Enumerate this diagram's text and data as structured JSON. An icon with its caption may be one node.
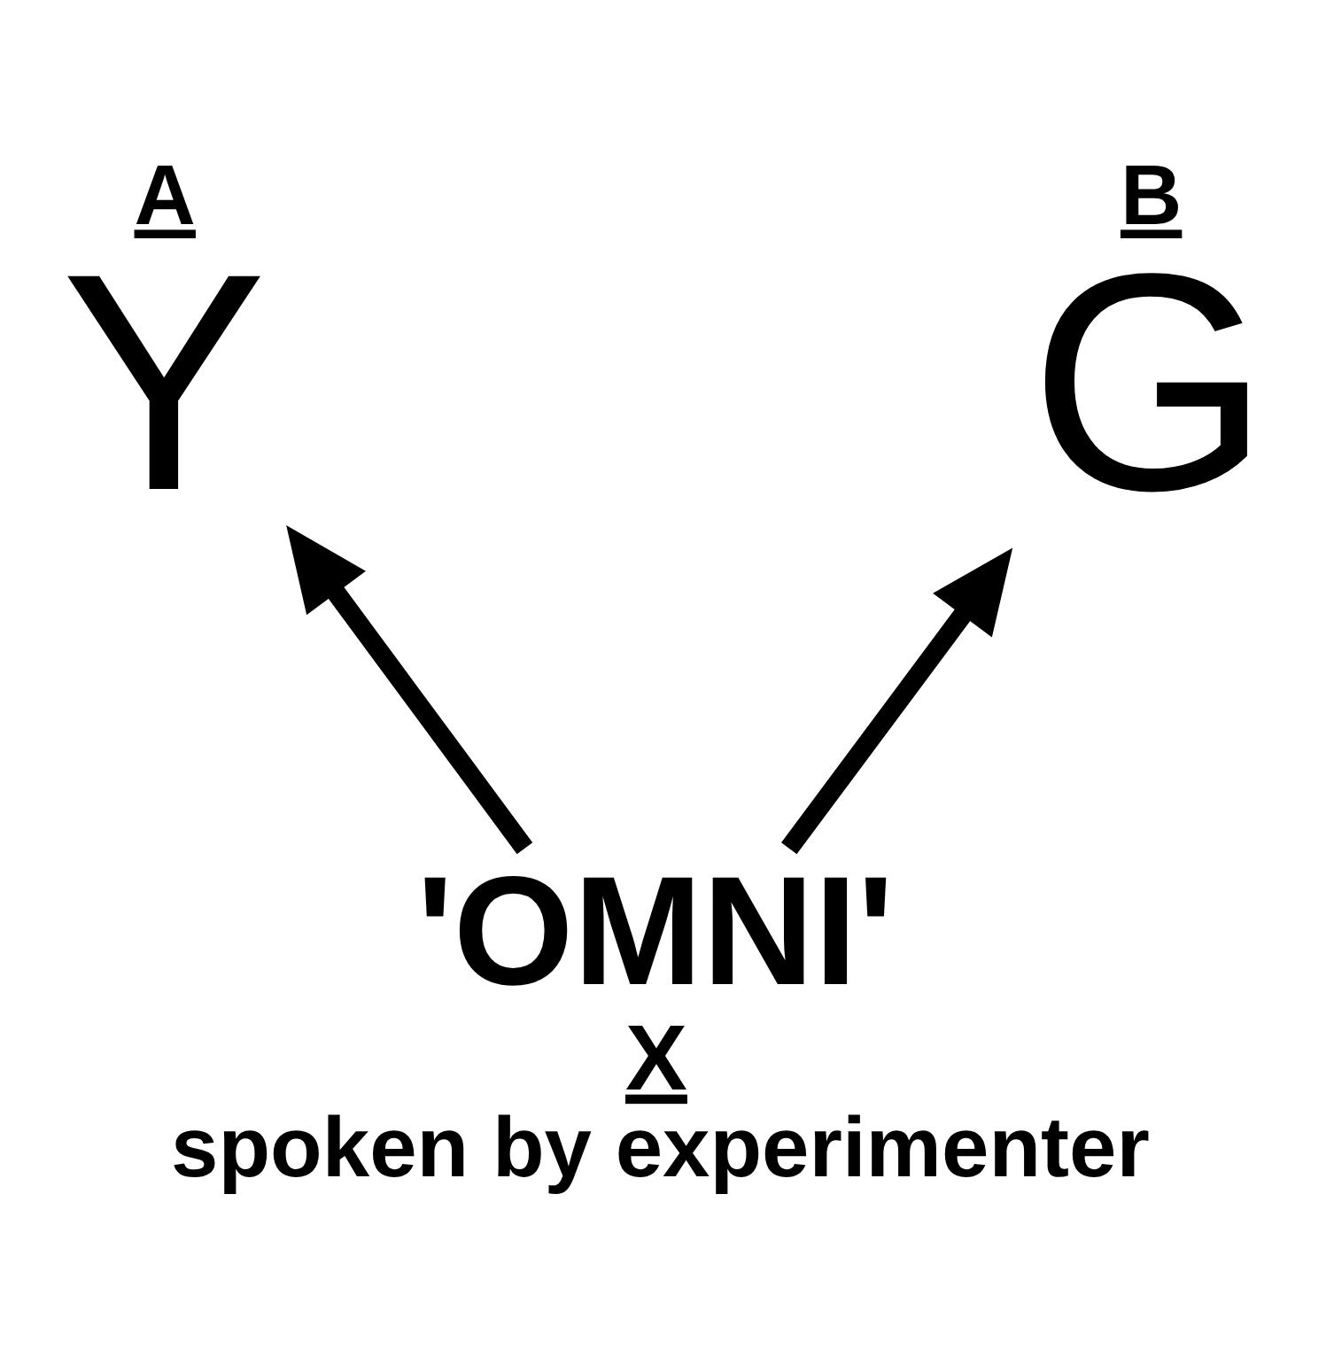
{
  "diagram": {
    "nodes": [
      {
        "text": [
          "A",
          "Y"
        ]
      },
      {
        "text": [
          "B",
          "G"
        ]
      },
      {
        "text": [
          "'OMNI'",
          "X",
          "spoken by experimenter"
        ]
      }
    ],
    "edges": [
      {
        "from": 2,
        "to": 0,
        "arrow": "to"
      },
      {
        "from": 2,
        "to": 1,
        "arrow": "to"
      }
    ]
  }
}
